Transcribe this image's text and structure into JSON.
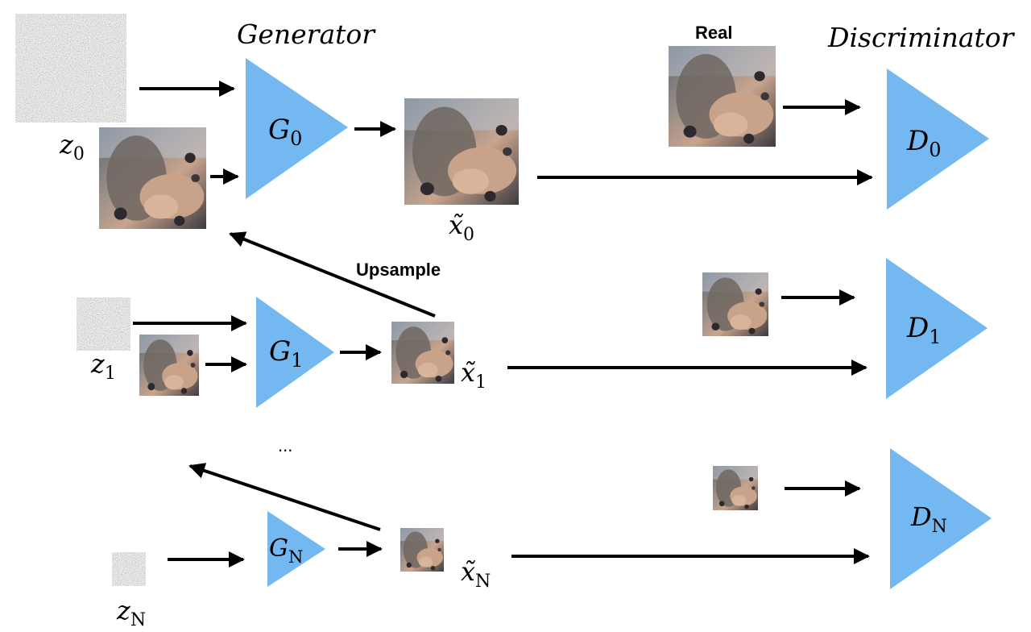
{
  "labels": {
    "generator": "Generator",
    "discriminator": "Discriminator",
    "real": "Real",
    "upsample": "Upsample",
    "ellipsis": "..."
  },
  "generators": [
    {
      "letter": "G",
      "sub": "0"
    },
    {
      "letter": "G",
      "sub": "1"
    },
    {
      "letter": "G",
      "sub": "N"
    }
  ],
  "discriminators": [
    {
      "letter": "D",
      "sub": "0"
    },
    {
      "letter": "D",
      "sub": "1"
    },
    {
      "letter": "D",
      "sub": "N"
    }
  ],
  "noise": [
    {
      "letter": "z",
      "sub": "0"
    },
    {
      "letter": "z",
      "sub": "1"
    },
    {
      "letter": "z",
      "sub": "N"
    }
  ],
  "outputs": [
    {
      "letter": "x̃",
      "sub": "0"
    },
    {
      "letter": "x̃",
      "sub": "1"
    },
    {
      "letter": "x̃",
      "sub": "N"
    }
  ],
  "colors": {
    "triangle": "#74b8f1",
    "noise": "#8a8a8a",
    "arrow": "#000000"
  }
}
